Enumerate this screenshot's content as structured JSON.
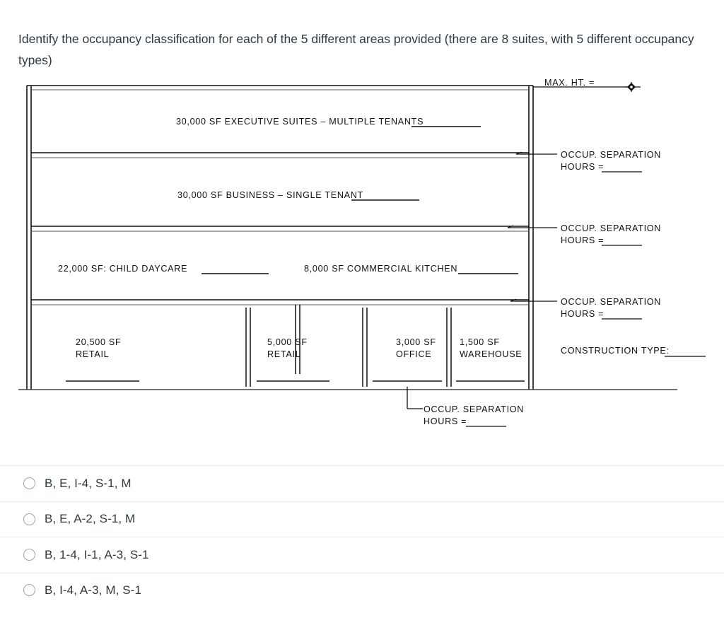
{
  "question": {
    "stem": "Identify the occupancy classification for each of the 5 different areas provided (there are 8 suites, with 5 different occupancy types)"
  },
  "diagram": {
    "title_marker": "max-height-elevation-marker",
    "max_height_label": "MAX. HT. =",
    "construction_type_label": "CONSTRUCTION TYPE:",
    "separation_label_line1": "OCCUP. SEPARATION",
    "separation_label_line2": "HOURS =",
    "levels": [
      {
        "name": "level-4-executive-suites",
        "suites": [
          {
            "name": "suite-executive",
            "label": "30,000 SF EXECUTIVE SUITES  –  MULTIPLE TENANTS",
            "answer_blank": true
          }
        ]
      },
      {
        "name": "level-3-business",
        "suites": [
          {
            "name": "suite-business",
            "label": "30,000 SF BUSINESS  –  SINGLE TENANT",
            "answer_blank": true
          }
        ]
      },
      {
        "name": "level-2-daycare-kitchen",
        "suites": [
          {
            "name": "suite-child-daycare",
            "label": "22,000 SF: CHILD DAYCARE",
            "answer_blank": true
          },
          {
            "name": "suite-commercial-kitchen",
            "label": "8,000 SF COMMERCIAL KITCHEN",
            "answer_blank": true
          }
        ]
      },
      {
        "name": "level-1-ground",
        "suites": [
          {
            "name": "suite-retail-large",
            "label_line1": "20,500 SF",
            "label_line2": "RETAIL",
            "answer_blank": true
          },
          {
            "name": "suite-retail-small",
            "label_line1": "5,000 SF",
            "label_line2": "RETAIL",
            "answer_blank": true
          },
          {
            "name": "suite-office",
            "label_line1": "3,000 SF",
            "label_line2": "OFFICE",
            "answer_blank": true
          },
          {
            "name": "suite-warehouse",
            "label_line1": "1,500 SF",
            "label_line2": "WAREHOUSE",
            "answer_blank": true
          }
        ]
      }
    ],
    "separation_callouts": [
      {
        "name": "separation-callout-1"
      },
      {
        "name": "separation-callout-2"
      },
      {
        "name": "separation-callout-3"
      },
      {
        "name": "separation-callout-ground"
      }
    ],
    "colors": {
      "line": "#111111",
      "thin_line": "#555555"
    }
  },
  "answers": {
    "options": [
      {
        "id": "option-a",
        "label": "B, E, I-4, S-1, M",
        "selected": false
      },
      {
        "id": "option-b",
        "label": "B, E, A-2, S-1, M",
        "selected": false
      },
      {
        "id": "option-c",
        "label": "B, 1-4, I-1, A-3, S-1",
        "selected": false
      },
      {
        "id": "option-d",
        "label": "B, I-4, A-3, M, S-1",
        "selected": false
      }
    ]
  }
}
